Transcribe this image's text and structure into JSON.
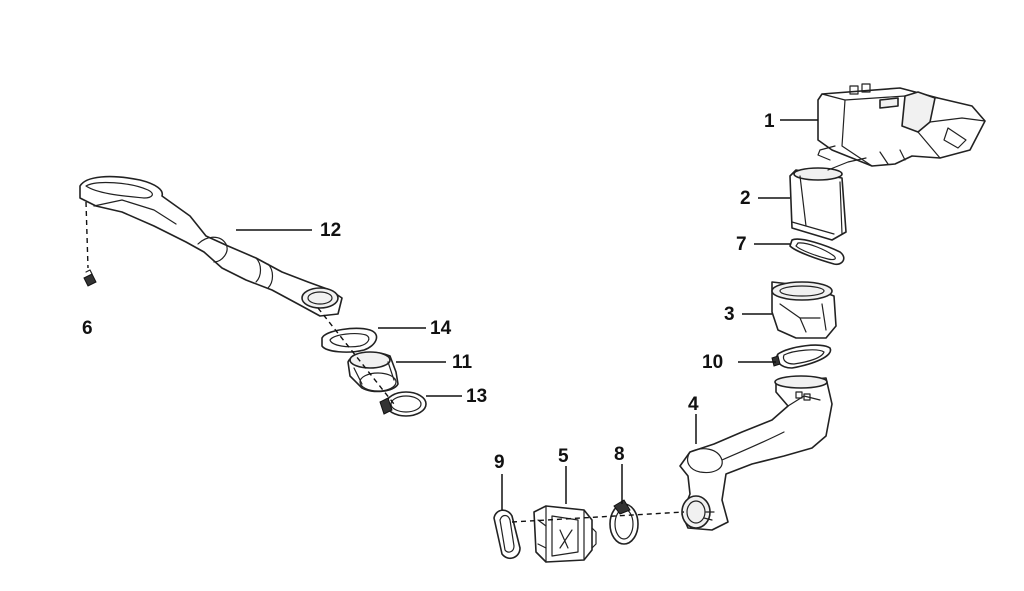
{
  "diagram": {
    "type": "exploded-parts-diagram",
    "callouts": [
      {
        "id": "1",
        "label": "1",
        "part": "air-cleaner-housing"
      },
      {
        "id": "2",
        "label": "2",
        "part": "air-cleaner-outlet-duct"
      },
      {
        "id": "3",
        "label": "3",
        "part": "duct-adapter"
      },
      {
        "id": "4",
        "label": "4",
        "part": "intake-duct"
      },
      {
        "id": "5",
        "label": "5",
        "part": "coupling-sleeve"
      },
      {
        "id": "6",
        "label": "6",
        "part": "fastener-pin"
      },
      {
        "id": "7",
        "label": "7",
        "part": "seal-ring"
      },
      {
        "id": "8",
        "label": "8",
        "part": "hose-clamp"
      },
      {
        "id": "9",
        "label": "9",
        "part": "seal-ring"
      },
      {
        "id": "10",
        "label": "10",
        "part": "hose-clamp"
      },
      {
        "id": "11",
        "label": "11",
        "part": "coupling-sleeve"
      },
      {
        "id": "12",
        "label": "12",
        "part": "snorkel-intake-tube"
      },
      {
        "id": "13",
        "label": "13",
        "part": "hose-clamp"
      },
      {
        "id": "14",
        "label": "14",
        "part": "seal-ring"
      }
    ]
  }
}
